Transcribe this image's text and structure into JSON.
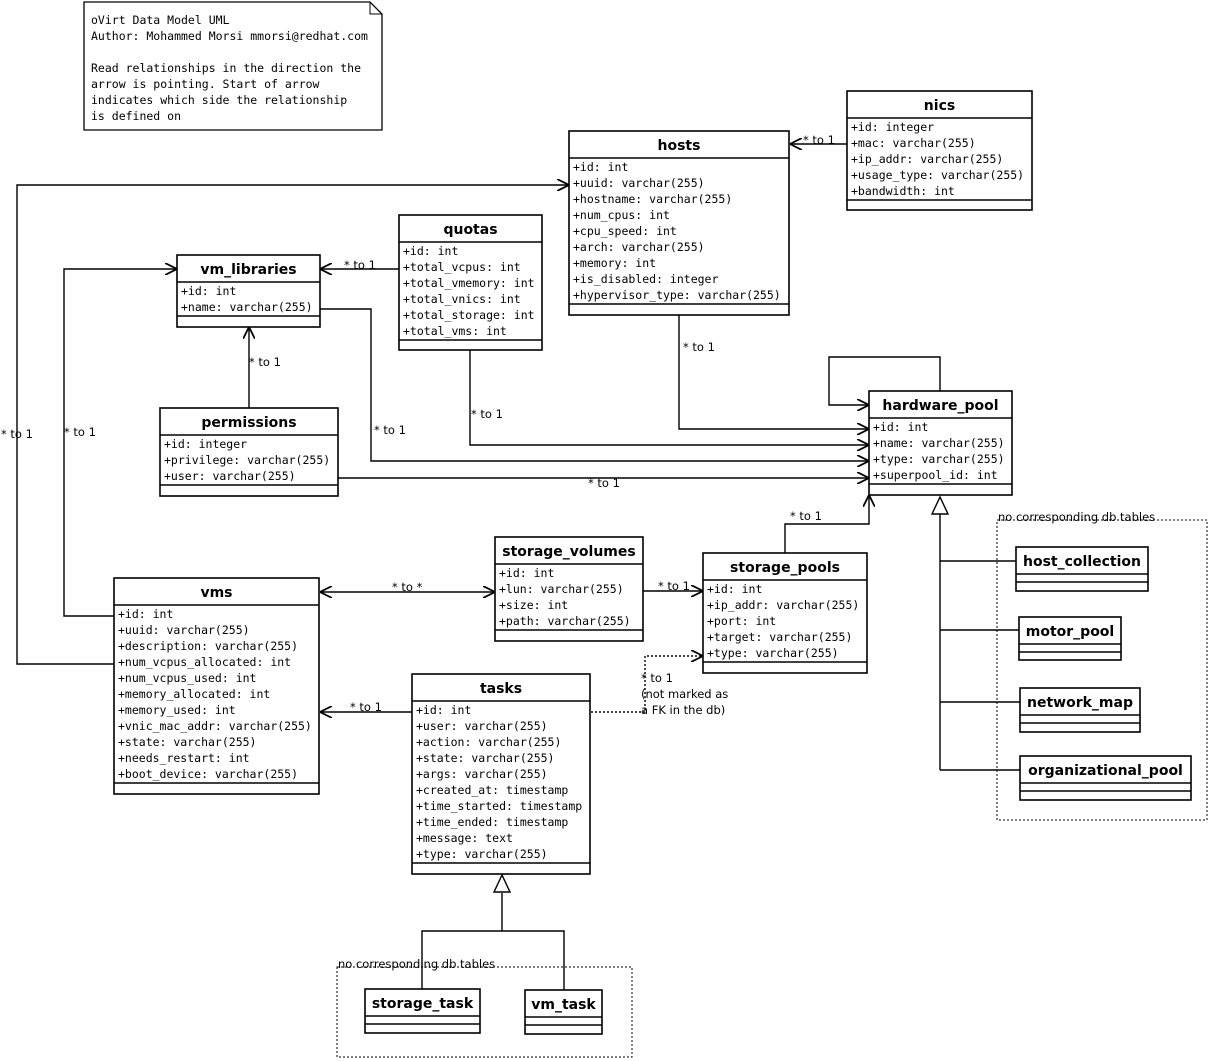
{
  "note": {
    "lines": [
      "oVirt Data Model UML",
      "Author: Mohammed Morsi mmorsi@redhat.com",
      "",
      "Read relationships in the direction the",
      "arrow is pointing. Start of arrow",
      "indicates which side the relationship",
      "is defined on"
    ]
  },
  "classes": {
    "hosts": {
      "title": "hosts",
      "attributes": [
        "+id: int",
        "+uuid: varchar(255)",
        "+hostname: varchar(255)",
        "+num_cpus: int",
        "+cpu_speed: int",
        "+arch: varchar(255)",
        "+memory: int",
        "+is_disabled: integer",
        "+hypervisor_type: varchar(255)"
      ]
    },
    "nics": {
      "title": "nics",
      "attributes": [
        "+id: integer",
        "+mac: varchar(255)",
        "+ip_addr: varchar(255)",
        "+usage_type: varchar(255)",
        "+bandwidth: int"
      ]
    },
    "quotas": {
      "title": "quotas",
      "attributes": [
        "+id: int",
        "+total_vcpus: int",
        "+total_vmemory: int",
        "+total_vnics: int",
        "+total_storage: int",
        "+total_vms: int"
      ]
    },
    "vm_libraries": {
      "title": "vm_libraries",
      "attributes": [
        "+id: int",
        "+name: varchar(255)"
      ]
    },
    "permissions": {
      "title": "permissions",
      "attributes": [
        "+id: integer",
        "+privilege: varchar(255)",
        "+user: varchar(255)"
      ]
    },
    "hardware_pool": {
      "title": "hardware_pool",
      "attributes": [
        "+id: int",
        "+name: varchar(255)",
        "+type: varchar(255)",
        "+superpool_id: int"
      ]
    },
    "storage_volumes": {
      "title": "storage_volumes",
      "attributes": [
        "+id: int",
        "+lun: varchar(255)",
        "+size: int",
        "+path: varchar(255)"
      ]
    },
    "storage_pools": {
      "title": "storage_pools",
      "attributes": [
        "+id: int",
        "+ip_addr: varchar(255)",
        "+port: int",
        "+target: varchar(255)",
        "+type: varchar(255)"
      ]
    },
    "vms": {
      "title": "vms",
      "attributes": [
        "+id: int",
        "+uuid: varchar(255)",
        "+description: varchar(255)",
        "+num_vcpus_allocated: int",
        "+num_vcpus_used: int",
        "+memory_allocated: int",
        "+memory_used: int",
        "+vnic_mac_addr: varchar(255)",
        "+state: varchar(255)",
        "+needs_restart: int",
        "+boot_device: varchar(255)"
      ]
    },
    "tasks": {
      "title": "tasks",
      "attributes": [
        "+id: int",
        "+user: varchar(255)",
        "+action: varchar(255)",
        "+state: varchar(255)",
        "+args: varchar(255)",
        "+created_at: timestamp",
        "+time_started: timestamp",
        "+time_ended: timestamp",
        "+message: text",
        "+type: varchar(255)"
      ]
    },
    "host_collection": {
      "title": "host_collection",
      "attributes": []
    },
    "motor_pool": {
      "title": "motor_pool",
      "attributes": []
    },
    "network_map": {
      "title": "network_map",
      "attributes": []
    },
    "organizational_pool": {
      "title": "organizational_pool",
      "attributes": []
    },
    "storage_task": {
      "title": "storage_task",
      "attributes": []
    },
    "vm_task": {
      "title": "vm_task",
      "attributes": []
    }
  },
  "groups": {
    "pool_subclasses": "no corresponding db tables",
    "task_subclasses": "no corresponding db tables"
  },
  "relationships": {
    "nics_hosts": "* to 1",
    "quotas_vm_libraries": "* to 1",
    "permissions_vm_libraries": "* to 1",
    "hosts_hardware_pool": "* to 1",
    "quotas_hardware_pool": "* to 1",
    "vm_libraries_hardware_pool": "* to 1",
    "permissions_hardware_pool": "* to 1",
    "vms_hosts": "* to 1",
    "vms_vm_libraries": "* to 1",
    "vms_storage_volumes": "* to *",
    "storage_volumes_storage_pools": "* to 1",
    "storage_pools_hardware_pool": "* to 1",
    "tasks_vms": "* to 1",
    "tasks_storage_pools": "* to 1",
    "tasks_storage_pools_note": [
      "(not marked as",
      "a FK in the db)"
    ]
  }
}
